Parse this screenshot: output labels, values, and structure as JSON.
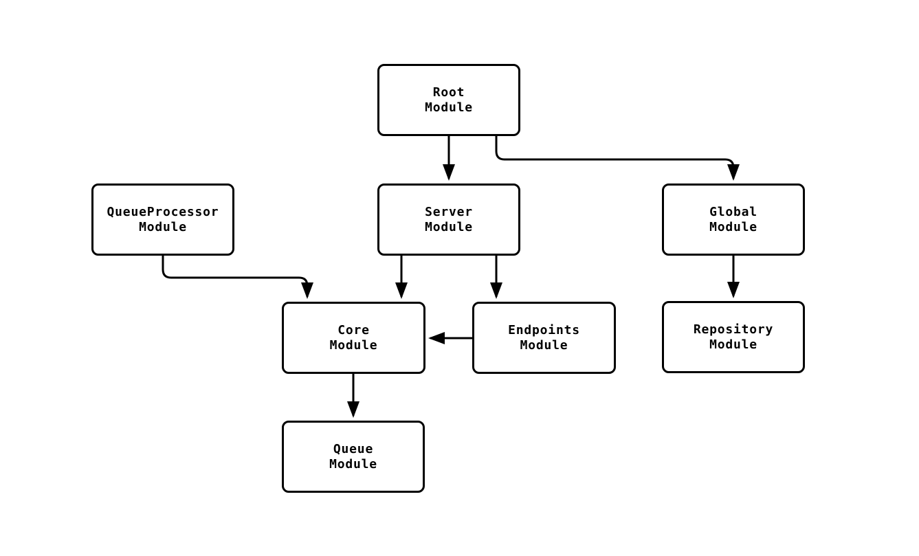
{
  "diagram": {
    "type": "flowchart",
    "background_color": "#ffffff",
    "node_fill_color": "#ffffff",
    "node_border_color": "#000000",
    "edge_color": "#000000",
    "text_color": "#000000",
    "nodes": {
      "root": {
        "label": "Root\nModule"
      },
      "queue_processor": {
        "label": "QueueProcessor\nModule"
      },
      "server": {
        "label": "Server\nModule"
      },
      "global": {
        "label": "Global\nModule"
      },
      "core": {
        "label": "Core\nModule"
      },
      "endpoints": {
        "label": "Endpoints\nModule"
      },
      "repository": {
        "label": "Repository\nModule"
      },
      "queue": {
        "label": "Queue\nModule"
      }
    },
    "edges": [
      {
        "from": "Root Module",
        "to": "Server Module"
      },
      {
        "from": "Root Module",
        "to": "Global Module"
      },
      {
        "from": "QueueProcessor Module",
        "to": "Core Module"
      },
      {
        "from": "Server Module",
        "to": "Core Module"
      },
      {
        "from": "Server Module",
        "to": "Endpoints Module"
      },
      {
        "from": "Endpoints Module",
        "to": "Core Module"
      },
      {
        "from": "Global Module",
        "to": "Repository Module"
      },
      {
        "from": "Core Module",
        "to": "Queue Module"
      }
    ]
  }
}
